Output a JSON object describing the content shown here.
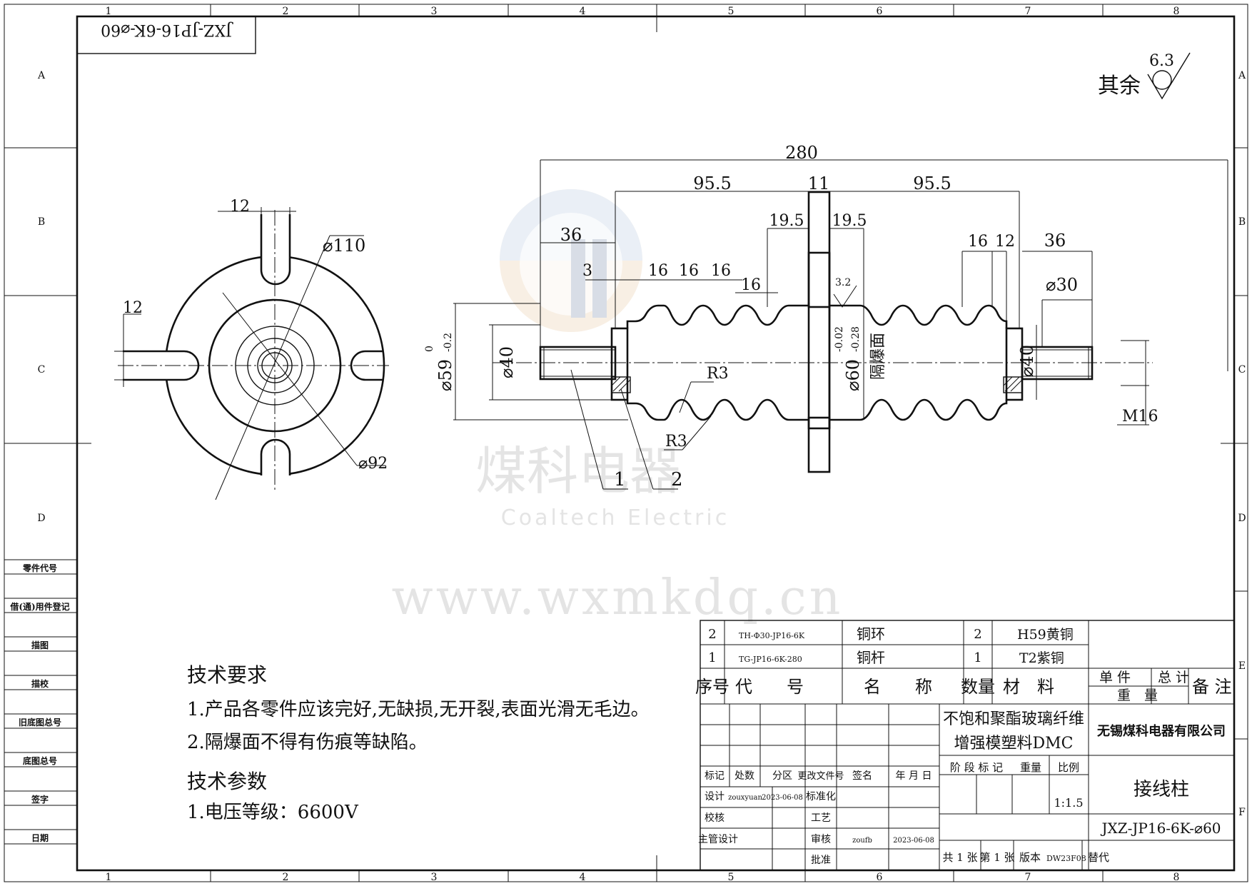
{
  "drawing_code_stamp": "JXZ-JP16-6K-⌀60",
  "frame": {
    "columns": [
      "1",
      "2",
      "3",
      "4",
      "5",
      "6",
      "7",
      "8"
    ],
    "rows": [
      "A",
      "B",
      "C",
      "D",
      "E",
      "F"
    ]
  },
  "left_register": {
    "labels": [
      "零件代号",
      "借(通)用件登记",
      "描图",
      "描校",
      "旧底图总号",
      "底图总号",
      "签字",
      "日期"
    ]
  },
  "roughness": {
    "prefix": "其余",
    "value": "6.3",
    "local_value": "3.2"
  },
  "watermark": {
    "brand_cn": "煤科电器",
    "brand_en": "Coaltech Electric",
    "url": "www.wxmkdq.cn"
  },
  "end_view": {
    "dims": {
      "slot_width_top": "12",
      "slot_width_left": "12",
      "dia_outer": "⌀110",
      "dia_inner": "⌀92"
    }
  },
  "side_view": {
    "dims": {
      "overall": "280",
      "left_half": "95.5",
      "flange": "11",
      "right_half": "95.5",
      "left_stud": "36",
      "right_stud": "36",
      "shoulder_l": "19.5",
      "shoulder_r": "19.5",
      "groove_3": "3",
      "pitch1": "16",
      "pitch2": "16",
      "pitch3": "16",
      "pitch4": "16",
      "pitch_r": "16",
      "width_r": "12",
      "dia59": "⌀59",
      "dia59_up": "0",
      "dia59_lo": "-0.2",
      "dia40_l": "⌀40",
      "dia60": "⌀60",
      "dia60_up": "-0.02",
      "dia60_lo": "-0.28",
      "dia40_r": "⌀40",
      "dia30": "⌀30",
      "thread": "M16",
      "r3_a": "R3",
      "r3_b": "R3",
      "explosion_face": "隔爆面",
      "balloon1": "1",
      "balloon2": "2"
    }
  },
  "tech_requirements": {
    "title": "技术要求",
    "items": [
      "1.产品各零件应该完好,无缺损,无开裂,表面光滑无毛边。",
      "2.隔爆面不得有伤痕等缺陷。"
    ]
  },
  "tech_params": {
    "title": "技术参数",
    "items": [
      "1.电压等级：6600V"
    ]
  },
  "bom": {
    "rows": [
      {
        "seq": "2",
        "code": "TH-Φ30-JP16-6K",
        "name": "铜环",
        "qty": "2",
        "material": "H59黄铜"
      },
      {
        "seq": "1",
        "code": "TG-JP16-6K-280",
        "name": "铜杆",
        "qty": "1",
        "material": "T2紫铜"
      }
    ],
    "header": {
      "seq": "序号",
      "code": "代　　号",
      "name": "名　　称",
      "qty": "数量",
      "material": "材　料",
      "unit_w": "单 件",
      "total_w": "总 计",
      "weight": "重　量",
      "note": "备 注"
    }
  },
  "title_block": {
    "material": [
      "不饱和聚酯玻璃纤维",
      "增强模塑料DMC"
    ],
    "company": "无锡煤科电器有限公司",
    "part_name": "接线柱",
    "drawing_no": "JXZ-JP16-6K-⌀60",
    "rev_headers": [
      "标记",
      "处数",
      "分区",
      "更改文件号",
      "签名",
      "年 月 日"
    ],
    "roles": {
      "design": "设计",
      "std": "标准化",
      "check": "校核",
      "process": "工艺",
      "chief": "主管设计",
      "review": "审核",
      "approve": "批准"
    },
    "designer": "zouxyuan",
    "design_date": "2023-06-08",
    "reviewer": "zoufb",
    "review_date": "2023-06-08",
    "stage_label": "阶 段 标 记",
    "weight_label": "重量",
    "scale_label": "比例",
    "scale": "1:1.5",
    "sheets_total": "共 1 张",
    "sheet_no": "第 1 张",
    "version_label": "版本",
    "version": "DW23F08",
    "replace": "替代"
  }
}
